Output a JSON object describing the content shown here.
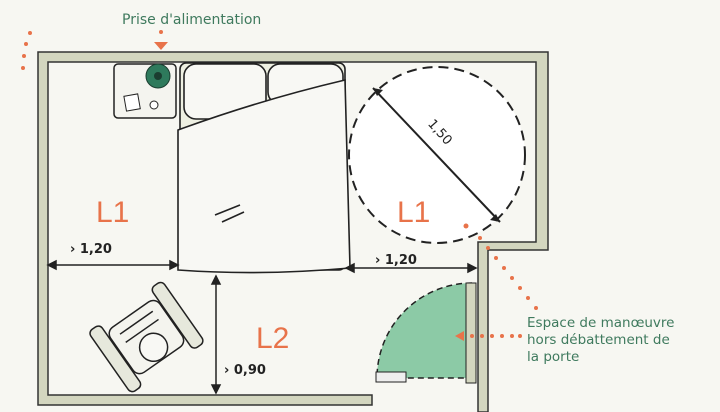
{
  "labels": {
    "power_outlet": "Prise d'alimentation",
    "l1_left": "L1",
    "l1_left_dim": "› 1,20",
    "l1_right": "L1",
    "l1_right_dim": "› 1,20",
    "l2": "L2",
    "l2_dim": "› 0,90",
    "circle_diameter": "1,50",
    "maneuver_note": [
      "Espace de manœuvre",
      "hors débattement de",
      "la porte"
    ]
  },
  "colors": {
    "accent_orange": "#e8734a",
    "text_green": "#3f7a5e",
    "door_green": "#8ccaa6",
    "wall": "#c9cdb4"
  }
}
